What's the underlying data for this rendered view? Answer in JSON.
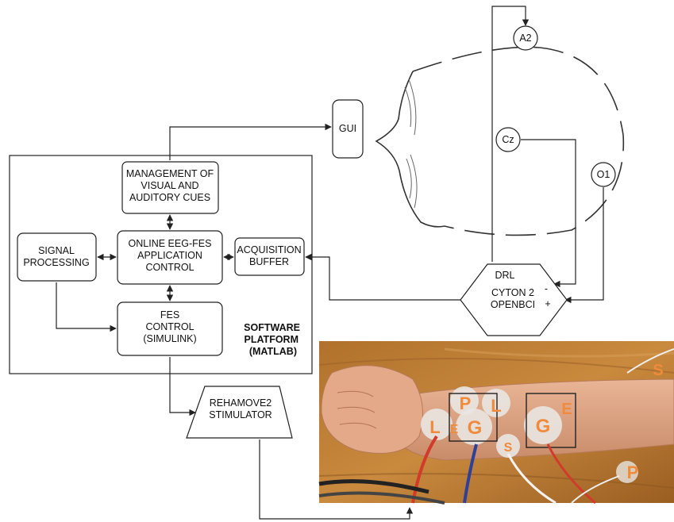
{
  "boxes": {
    "management": [
      "MANAGEMENT OF",
      "VISUAL AND",
      "AUDITORY CUES"
    ],
    "online_control": [
      "ONLINE EEG-FES",
      "APPLICATION",
      "CONTROL"
    ],
    "signal_processing": [
      "SIGNAL",
      "PROCESSING"
    ],
    "acquisition_buffer": [
      "ACQUISITION",
      "BUFFER"
    ],
    "fes_control": [
      "FES",
      "CONTROL",
      "(SIMULINK)"
    ],
    "software_platform": [
      "SOFTWARE",
      "PLATFORM",
      "(MATLAB)"
    ],
    "gui": "GUI",
    "stimulator": [
      "REHAMOVE2",
      "STIMULATOR"
    ],
    "cyton": {
      "drl": "DRL",
      "line1": "CYTON 2",
      "line2": "OPENBCI",
      "minus": "-",
      "plus": "+"
    }
  },
  "electrodes": {
    "a2": "A2",
    "cz": "Cz",
    "o1": "O1"
  },
  "photo_labels": [
    "S",
    "P",
    "L",
    "L",
    "E",
    "G",
    "G",
    "E",
    "S",
    "P"
  ],
  "colors": {
    "stroke": "#222222",
    "label": "#f08a3c"
  }
}
